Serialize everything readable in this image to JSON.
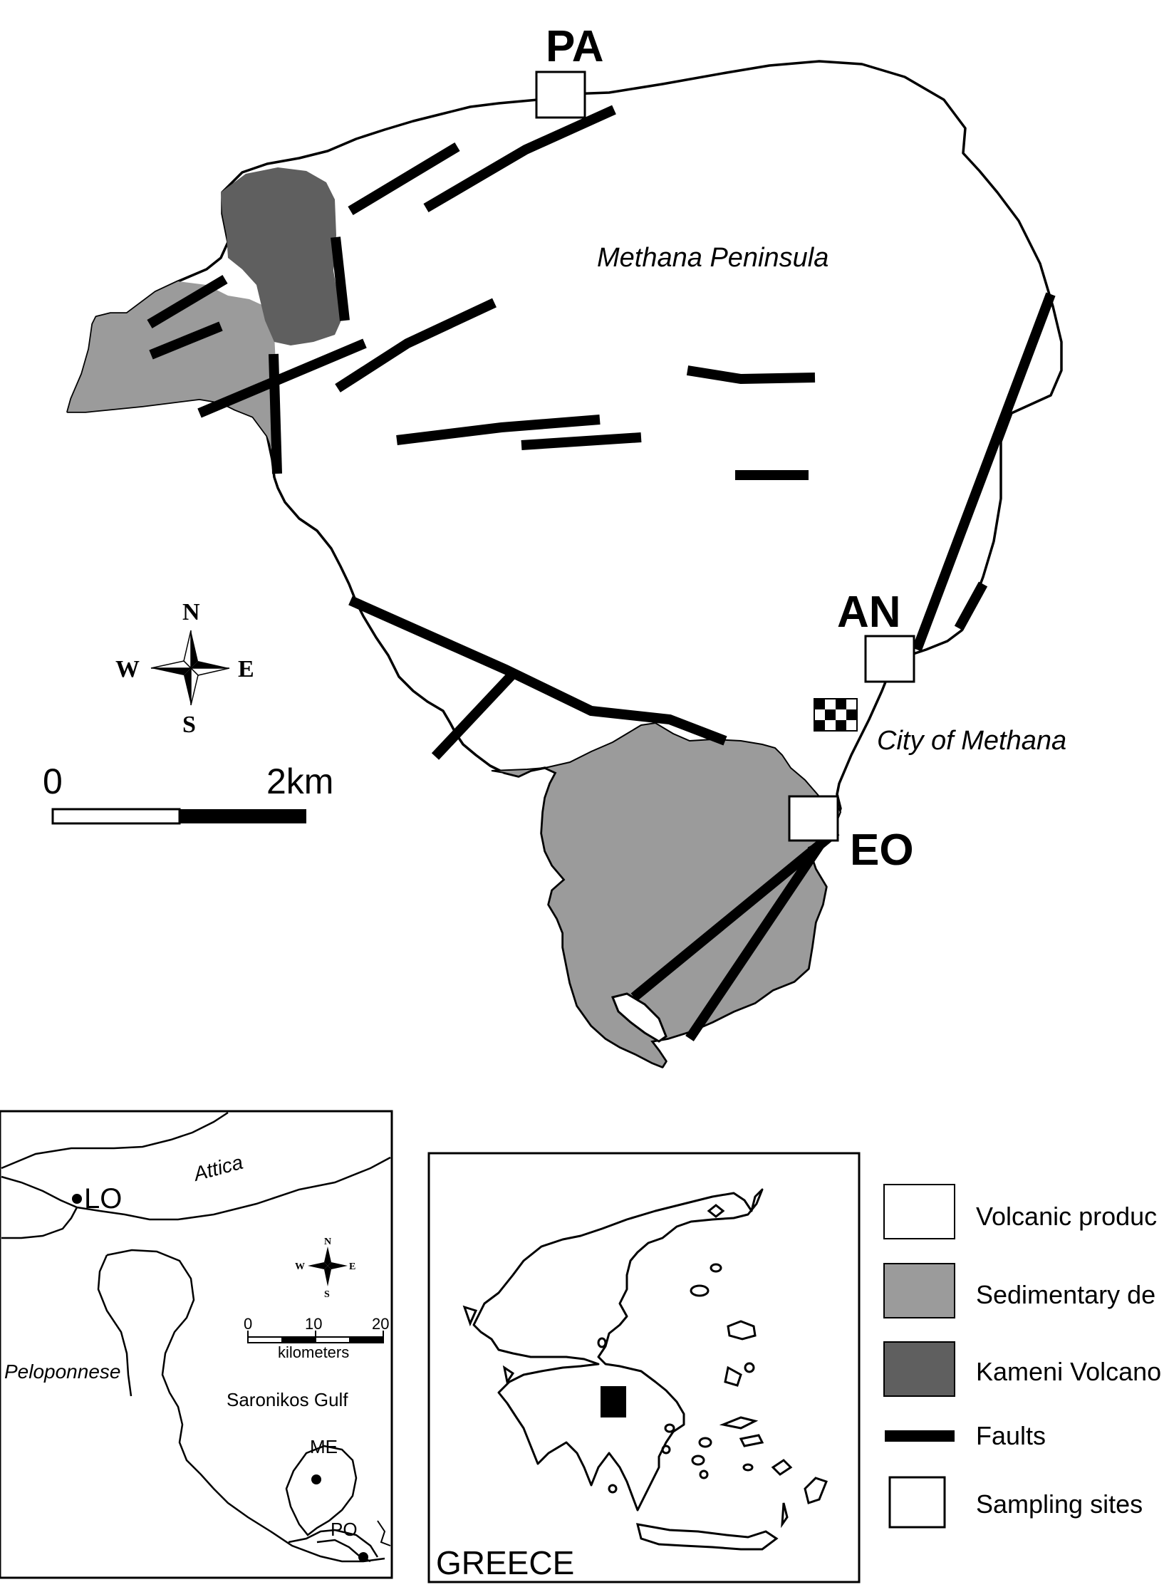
{
  "main_map": {
    "title": "Methana Peninsula",
    "city_label": "City of Methana",
    "sites": [
      {
        "code": "PA"
      },
      {
        "code": "AN"
      },
      {
        "code": "EO"
      }
    ],
    "compass": {
      "n": "N",
      "s": "S",
      "e": "E",
      "w": "W"
    },
    "scale": {
      "start": "0",
      "end": "2km"
    }
  },
  "regional_inset": {
    "labels": {
      "attica": "Attica",
      "peloponnese": "Peloponnese",
      "saronikos": "Saronikos Gulf",
      "lo": "LO",
      "me": "ME",
      "po": "PO"
    },
    "compass": {
      "n": "N",
      "s": "S",
      "e": "E",
      "w": "W"
    },
    "scale": {
      "t0": "0",
      "t1": "10",
      "t2": "20",
      "unit": "kilometers"
    }
  },
  "greece_inset": {
    "label": "GREECE"
  },
  "legend": {
    "items": [
      {
        "label": "Volcanic produc",
        "swatch": "#ffffff",
        "kind": "box"
      },
      {
        "label": "Sedimentary de",
        "swatch": "#9b9b9b",
        "kind": "box"
      },
      {
        "label": "Kameni Volcano",
        "swatch": "#5f5f5f",
        "kind": "box"
      },
      {
        "label": "Faults",
        "swatch": "#000000",
        "kind": "line"
      },
      {
        "label": "Sampling sites",
        "swatch": "#ffffff",
        "kind": "square"
      }
    ]
  },
  "colors": {
    "volcanic": "#ffffff",
    "sedimentary": "#9b9b9b",
    "kameni": "#5f5f5f",
    "fault": "#000000"
  }
}
